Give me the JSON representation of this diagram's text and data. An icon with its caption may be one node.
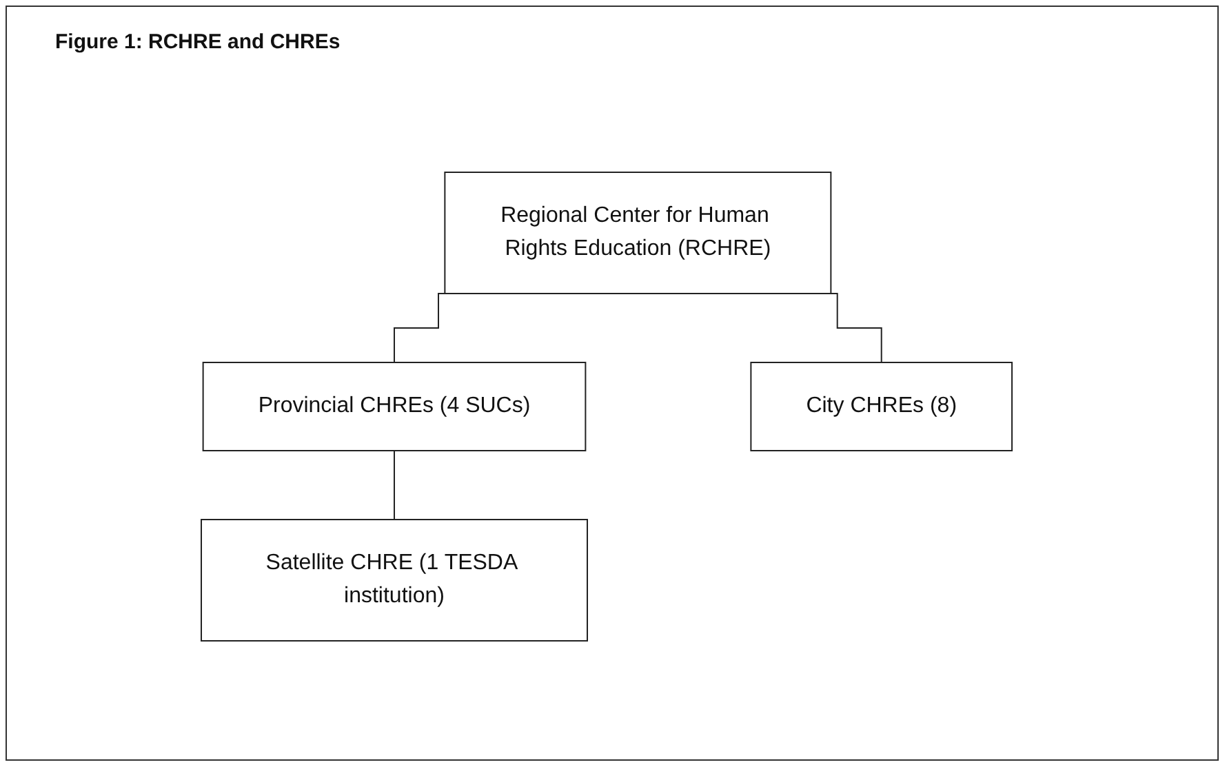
{
  "diagram": {
    "title": "Figure 1: RCHRE and CHREs",
    "nodes": [
      {
        "text": [
          "Regional Center for Human Rights Education (RCHRE)"
        ]
      },
      {
        "text": [
          "Provincial CHREs (4 SUCs)"
        ]
      },
      {
        "text": [
          "City CHREs (8)"
        ]
      },
      {
        "text": [
          "Satellite CHRE (1 TESDA institution)"
        ]
      }
    ],
    "edges": [
      {
        "from": 0,
        "to": 1,
        "arrow": "none"
      },
      {
        "from": 0,
        "to": 2,
        "arrow": "none"
      },
      {
        "from": 1,
        "to": 3,
        "arrow": "none"
      }
    ]
  }
}
